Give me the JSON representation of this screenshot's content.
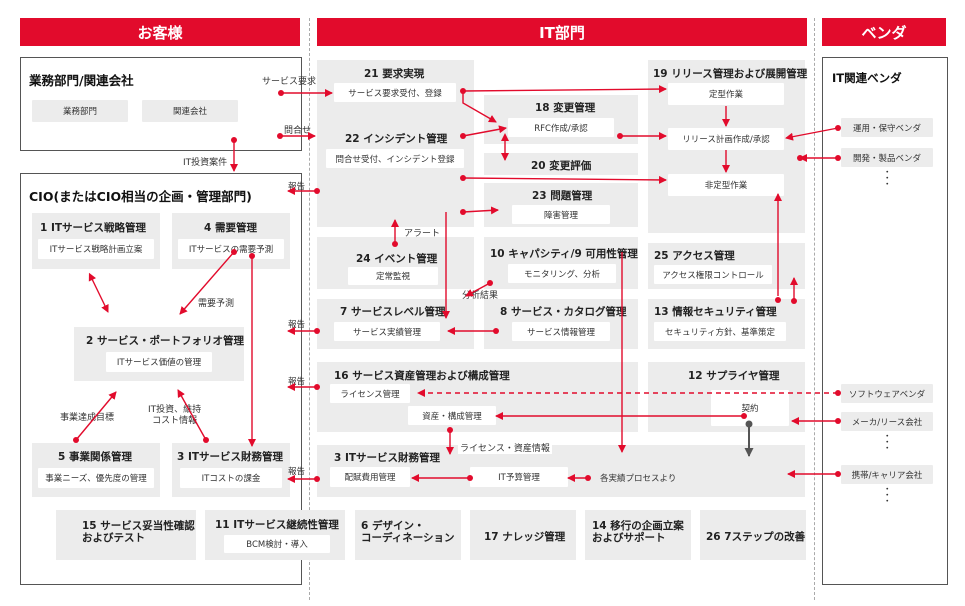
{
  "headers": {
    "customer": "お客様",
    "it": "IT部門",
    "vendor": "ベンダ"
  },
  "business": {
    "title": "業務部門/関連会社",
    "unit1": "業務部門",
    "unit2": "関連会社"
  },
  "cio": {
    "title": "CIO(またはCIO相当の企画・管理部門)"
  },
  "vendorPanel": {
    "title": "IT関連ベンダ",
    "ops": "運用・保守ベンダ",
    "dev": "開発・製品ベンダ",
    "dots1": "・\n・\n・",
    "software": "ソフトウェアベンダ",
    "maker": "メーカ/リース会社",
    "dots2": "・\n・\n・",
    "carrier": "携帯/キャリア会社",
    "dots3": "・\n・\n・"
  },
  "boxes": {
    "b1": {
      "title": "1 ITサービス戦略管理",
      "sub": "ITサービス戦略計画立案"
    },
    "b4": {
      "title": "4 需要管理",
      "sub": "ITサービスの需要予測"
    },
    "b2": {
      "title": "2 サービス・ポートフォリオ管理",
      "sub": "ITサービス価値の管理"
    },
    "b5": {
      "title": "5 事業関係管理",
      "sub": "事業ニーズ、優先度の管理"
    },
    "b3a": {
      "title": "3 ITサービス財務管理",
      "sub": "ITコストの課金"
    },
    "b21": {
      "title": "21 要求実現",
      "sub": "サービス要求受付、登録"
    },
    "b22": {
      "title": "22 インシデント管理",
      "sub": "問合せ受付、インシデント登録"
    },
    "b18": {
      "title": "18 変更管理",
      "sub": "RFC作成/承認"
    },
    "b20": {
      "title": "20 変更評価"
    },
    "b23": {
      "title": "23 問題管理",
      "sub": "障害管理"
    },
    "b19": {
      "title": "19 リリース管理および展開管理",
      "sub1": "定型作業",
      "sub2": "リリース計画作成/承認",
      "sub3": "非定型作業"
    },
    "b24": {
      "title": "24 イベント管理",
      "sub": "定常監視"
    },
    "b10": {
      "title": "10 キャパシティ/9 可用性管理",
      "sub": "モニタリング、分析"
    },
    "b25": {
      "title": "25 アクセス管理",
      "sub": "アクセス権限コントロール"
    },
    "b7": {
      "title": "7 サービスレベル管理",
      "sub": "サービス実績管理"
    },
    "b8": {
      "title": "8 サービス・カタログ管理",
      "sub": "サービス情報管理"
    },
    "b13": {
      "title": "13 情報セキュリティ管理",
      "sub": "セキュリティ方針、基準策定"
    },
    "b16": {
      "title": "16 サービス資産管理および構成管理",
      "sub1": "ライセンス管理",
      "sub2": "資産・構成管理"
    },
    "b12": {
      "title": "12 サプライヤ管理",
      "sub": "契約"
    },
    "b3b": {
      "title": "3 ITサービス財務管理",
      "sub1": "配賦費用管理",
      "sub2": "IT予算管理",
      "note": "各実績プロセスより"
    },
    "b15": {
      "title": "15 サービス妥当性確認\nおよびテスト"
    },
    "b11": {
      "title": "11 ITサービス継続性管理",
      "sub": "BCM検討・導入"
    },
    "b6": {
      "title": "6 デザイン・\nコーディネーション"
    },
    "b17": {
      "title": "17 ナレッジ管理"
    },
    "b14": {
      "title": "14 移行の企画立案\nおよびサポート"
    },
    "b26": {
      "title": "26 7ステップの改善"
    }
  },
  "labels": {
    "svcReq": "サービス要求",
    "inquiry": "問合せ",
    "itInvest": "IT投資案件",
    "report1": "報告",
    "report2": "報告",
    "report3": "報告",
    "report4": "報告",
    "alert": "アラート",
    "analysis": "分析結果",
    "demandForecast": "需要予測",
    "bizGoal": "事業達成目標",
    "itInvestCost": "IT投資、維持\nコスト情報",
    "licenseInfo": "ライセンス・資産情報"
  },
  "colors": {
    "accent": "#e20b2c",
    "box": "#ececec"
  }
}
